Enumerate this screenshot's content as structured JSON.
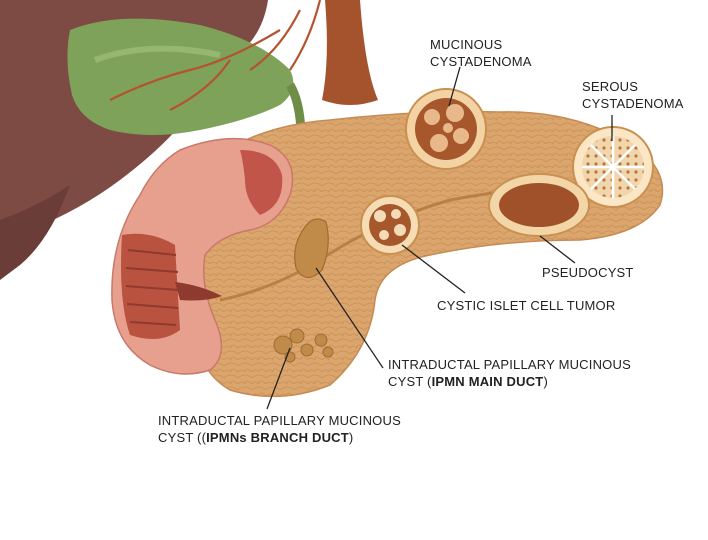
{
  "labels": {
    "mucinous": {
      "line1": "MUCINOUS",
      "line2": "CYSTADENOMA"
    },
    "serous": {
      "line1": "SEROUS",
      "line2": "CYSTADENOMA"
    },
    "pseudocyst": "PSEUDOCYST",
    "islet": "CYSTIC ISLET CELL TUMOR",
    "ipmn_main": {
      "line1": "INTRADUCTAL PAPILLARY MUCINOUS",
      "line2_prefix": "CYST  (",
      "line2_bold": "IPMN MAIN DUCT",
      "line2_suffix": ")"
    },
    "ipmn_branch": {
      "line1": "INTRADUCTAL PAPILLARY MUCINOUS",
      "line2_prefix": "CYST  ((",
      "line2_bold": "IPMNs BRANCH DUCT",
      "line2_suffix": ")"
    }
  },
  "colors": {
    "liver": "#7a4a43",
    "gallbladder": "#7fa35a",
    "vessel": "#a8532f",
    "pancreas": "#d9a36b",
    "duodenum": "#e7a08e",
    "cyst": "#a35a2c",
    "leader": "#222222"
  }
}
